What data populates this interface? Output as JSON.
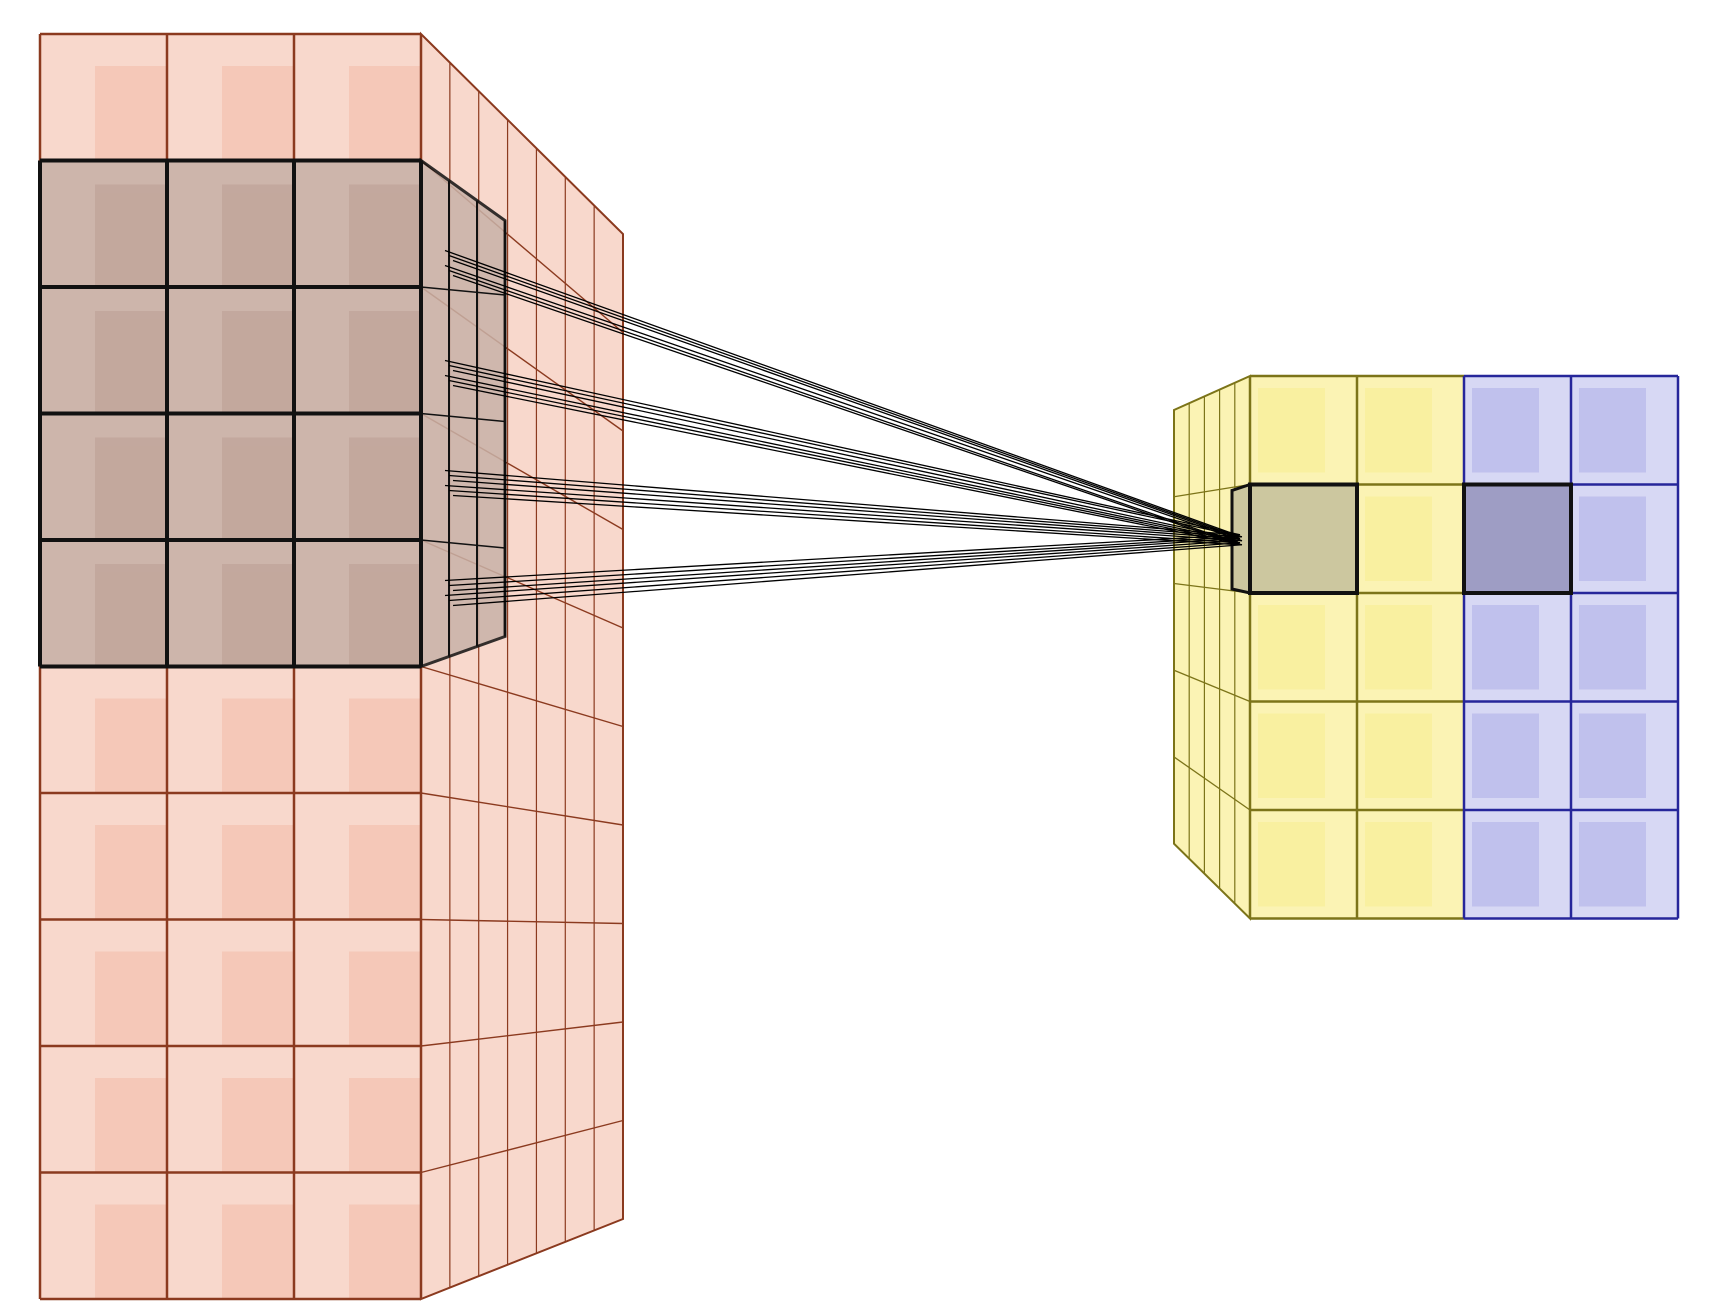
{
  "diagram": {
    "kind": "convolution-receptive-field",
    "input_volume": {
      "rows": 10,
      "cols": 3,
      "depth_layers": 7,
      "face_fill": "#f8d8cc",
      "face_inner_fill": "#f3bca8",
      "stroke": "#8b3a1f"
    },
    "kernel_window": {
      "rows": 4,
      "cols": 3,
      "start_row": 1,
      "depth_layers": 3,
      "fill": "#c9b2a8",
      "stroke": "#111111"
    },
    "output_volume": {
      "rows": 5,
      "cols_yellow": 2,
      "cols_blue": 2,
      "depth_layers": 5,
      "yellow_fill": "#fbf3b4",
      "yellow_inner_fill": "#f8ee97",
      "yellow_stroke": "#7c7419",
      "blue_fill": "#d7d8f4",
      "blue_inner_fill": "#b6b8ea",
      "blue_stroke": "#26269a",
      "highlight_row": 1,
      "highlight_yellow_col": 0,
      "highlight_blue_col": 0,
      "highlight_yellow_fill": "#ccc79f",
      "highlight_blue_fill": "#9e9dc4"
    },
    "connection_lines": {
      "count": 24,
      "color": "#000000"
    }
  }
}
